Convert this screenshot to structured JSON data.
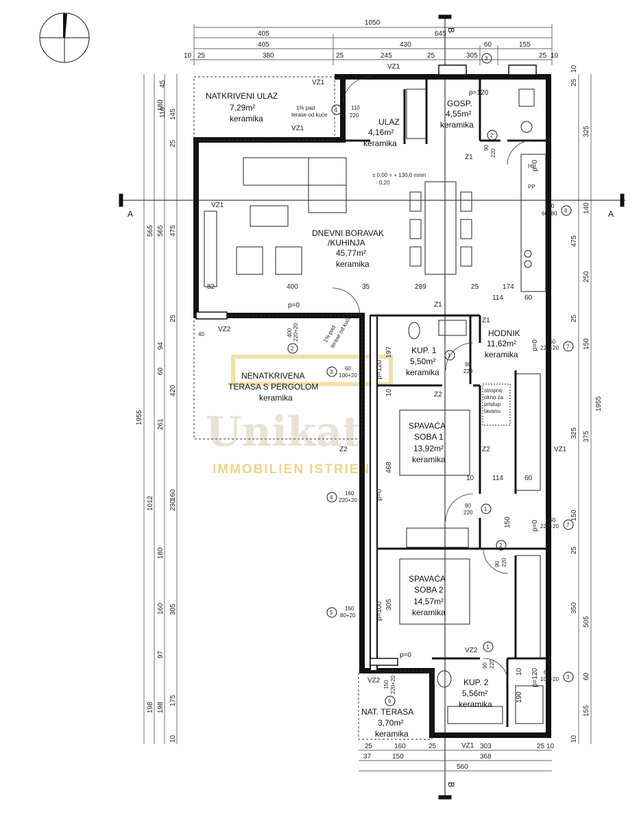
{
  "plan": {
    "section_a": "A",
    "section_b": "B",
    "top_dims": {
      "row1": [
        "1050"
      ],
      "row2": [
        "405",
        "645"
      ],
      "row3": [
        "405",
        "430",
        "60",
        "155"
      ],
      "row4": [
        "10",
        "25",
        "380",
        "25",
        "245",
        "25",
        "305",
        "25",
        "10"
      ]
    },
    "bottom_dims": {
      "row1": [
        "25",
        "160",
        "25",
        "303",
        "25",
        "10"
      ],
      "row2": [
        "37",
        "150",
        "368"
      ],
      "row3": [
        "560"
      ]
    },
    "left_dims": {
      "outer": [
        "1955"
      ],
      "col2": [
        "565",
        "1012",
        "198"
      ],
      "col3": [
        "180",
        "565",
        "94",
        "60",
        "420",
        "261",
        "230",
        "180",
        "160",
        "97",
        "198"
      ],
      "col4": [
        "45",
        "110",
        "145",
        "25",
        "475",
        "25",
        "160",
        "305",
        "175",
        "10"
      ]
    },
    "right_dims": {
      "col1": [
        "10",
        "25",
        "325",
        "140",
        "475",
        "250",
        "25",
        "150",
        "375",
        "325",
        "150",
        "25",
        "350",
        "505",
        "60",
        "155",
        "10"
      ],
      "outer": [
        "1955"
      ]
    },
    "rooms": [
      {
        "name": "NATKRIVENI ULAZ",
        "area": "7,29m²",
        "floor": "keramika"
      },
      {
        "name": "ULAZ",
        "area": "4,16m²",
        "floor": "keramika"
      },
      {
        "name": "GOSP.",
        "area": "4,55m²",
        "floor": "keramika"
      },
      {
        "name1": "DNEVNI BORAVAK",
        "name2": "/KUHINJA",
        "area": "45,77m²",
        "floor": "keramika"
      },
      {
        "name": "HODNIK",
        "area": "11,62m²",
        "floor": "keramika"
      },
      {
        "name": "KUP. 1",
        "area": "5,50m²",
        "floor": "keramika"
      },
      {
        "name1": "NENATKRIVENA",
        "name2": "TERASA S PERGOLOM",
        "floor": "keramika"
      },
      {
        "name1": "SPAVAĆA",
        "name2": "SOBA 1",
        "area": "13,92m²",
        "floor": "keramika"
      },
      {
        "name1": "SPAVAĆA",
        "name2": "SOBA 2",
        "area": "14,57m²",
        "floor": "keramika"
      },
      {
        "name": "KUP. 2",
        "area": "5,56m²",
        "floor": "keramika"
      },
      {
        "name": "NAT. TERASA",
        "area": "3,70m²",
        "floor": "keramika"
      }
    ],
    "annotations": {
      "level1": "± 0,00 = + 130,0 mnm",
      "level2": "- 0,20",
      "slope1a": "1% pad",
      "slope1b": "terase od kuće",
      "slope2a": "1% pad",
      "slope2b": "terase od kuće",
      "shaft": [
        "stropno",
        "okno za",
        "pristup",
        "tavanu"
      ],
      "inner_dims": [
        "82",
        "400",
        "35",
        "289",
        "25",
        "174",
        "114",
        "60",
        "114",
        "60",
        "197",
        "10",
        "468",
        "10",
        "305",
        "10",
        "190",
        "150"
      ],
      "p_labels": [
        "p=120",
        "p=0",
        "p=0",
        "p=120",
        "p=0",
        "p=120",
        "p=100",
        "p=0",
        "p=0",
        "p=0"
      ],
      "openings": [
        "VZ1",
        "VZ1",
        "VZ1",
        "VZ1",
        "Z1",
        "Z1",
        "Z1",
        "VZ2",
        "Z2",
        "Z2",
        "Z2",
        "VZ2",
        "VZ2",
        "VZ1",
        "VZ1",
        "HL",
        "PP"
      ],
      "door_tags": [
        {
          "num": "1",
          "w": "110",
          "h": "220"
        },
        {
          "num": "2",
          "w": "90",
          "h": "220"
        },
        {
          "num": "1",
          "w": "90",
          "h": "220"
        },
        {
          "num": "1",
          "w": "90",
          "h": "220"
        },
        {
          "num": "2",
          "w": "90",
          "h": "220"
        },
        {
          "num": "1",
          "w": "90",
          "h": "220"
        }
      ],
      "window_tags": [
        {
          "num": "8",
          "w": "140",
          "h": "60+80"
        },
        {
          "num": "7",
          "w": "150",
          "h": "220+20"
        },
        {
          "num": "7",
          "w": "150",
          "h": "220+20"
        },
        {
          "num": "3",
          "w": "60",
          "h": "100+20"
        },
        {
          "num": "4",
          "w": "160",
          "h": "220+20"
        },
        {
          "num": "5",
          "w": "160",
          "h": "80+20"
        },
        {
          "num": "3",
          "w": "60",
          "h": "100+20"
        },
        {
          "num": "2",
          "w": "400",
          "h": "220+20"
        },
        {
          "num": "6",
          "w": "150",
          "h": "220+20"
        },
        {
          "num": "3",
          "w": "40",
          "h": ""
        }
      ]
    },
    "watermark": {
      "brand": "Unikat",
      "sub": "IMMOBILIEN ISTRIEN"
    },
    "colors": {
      "wall": "#111111",
      "line": "#222222",
      "watermark": "#f0d48a"
    }
  }
}
